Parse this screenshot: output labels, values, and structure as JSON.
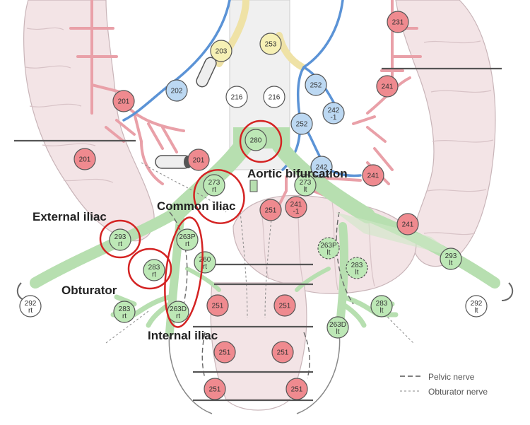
{
  "labels": {
    "external_iliac": "External iliac",
    "common_iliac": "Common iliac",
    "aortic_bifurcation": "Aortic bifurcation",
    "obturator": "Obturator",
    "internal_iliac": "Internal iliac"
  },
  "legend": {
    "pelvic_nerve": "Pelvic nerve",
    "obturator_nerve": "Obturator nerve"
  },
  "colors": {
    "colon": "#f3e4e6",
    "colon_stroke": "#c9b5b9",
    "artery": "#e9a0a8",
    "green_vessel": "#b7dfb0",
    "blue_vessel": "#5b93d6",
    "yellow_vessel": "#efe2a6",
    "highlight": "#d42323",
    "node_red": "#ef8a8f",
    "node_green": "#bde8b6",
    "node_blue": "#bcd8f2",
    "node_yellow": "#f6f0b5",
    "node_white": "#ffffff"
  },
  "nodes": [
    {
      "id": "n231",
      "line1": "231",
      "line2": "",
      "color": "red"
    },
    {
      "id": "n203",
      "line1": "203",
      "line2": "",
      "color": "yellow"
    },
    {
      "id": "n253",
      "line1": "253",
      "line2": "",
      "color": "yellow"
    },
    {
      "id": "n202",
      "line1": "202",
      "line2": "",
      "color": "blue"
    },
    {
      "id": "n216a",
      "line1": "216",
      "line2": "",
      "color": "white"
    },
    {
      "id": "n216b",
      "line1": "216",
      "line2": "",
      "color": "white"
    },
    {
      "id": "n252a",
      "line1": "252",
      "line2": "",
      "color": "blue"
    },
    {
      "id": "n241a",
      "line1": "241",
      "line2": "",
      "color": "red"
    },
    {
      "id": "n201a",
      "line1": "201",
      "line2": "",
      "color": "red"
    },
    {
      "id": "n242a",
      "line1": "242",
      "line2": "-1",
      "color": "blue"
    },
    {
      "id": "n252b",
      "line1": "252",
      "line2": "",
      "color": "blue"
    },
    {
      "id": "n280",
      "line1": "280",
      "line2": "",
      "color": "green"
    },
    {
      "id": "n201b",
      "line1": "201",
      "line2": "",
      "color": "red"
    },
    {
      "id": "n201c",
      "line1": "201",
      "line2": "",
      "color": "red"
    },
    {
      "id": "n242b",
      "line1": "242",
      "line2": "",
      "color": "blue"
    },
    {
      "id": "n241b",
      "line1": "241",
      "line2": "",
      "color": "red"
    },
    {
      "id": "n273rt",
      "line1": "273",
      "line2": "rt",
      "color": "green"
    },
    {
      "id": "n273lt",
      "line1": "273",
      "line2": "lt",
      "color": "green"
    },
    {
      "id": "n241m",
      "line1": "241",
      "line2": "-1",
      "color": "red"
    },
    {
      "id": "n251a",
      "line1": "251",
      "line2": "",
      "color": "red"
    },
    {
      "id": "n241c",
      "line1": "241",
      "line2": "",
      "color": "red"
    },
    {
      "id": "n293rt",
      "line1": "293",
      "line2": "rt",
      "color": "green"
    },
    {
      "id": "n263Prt",
      "line1": "263P",
      "line2": "rt",
      "color": "green"
    },
    {
      "id": "n263Plt",
      "line1": "263P",
      "line2": "lt",
      "color": "green"
    },
    {
      "id": "n260rt",
      "line1": "260",
      "line2": "rt",
      "color": "green"
    },
    {
      "id": "n293lt",
      "line1": "293",
      "line2": "lt",
      "color": "green"
    },
    {
      "id": "n283rta",
      "line1": "283",
      "line2": "rt",
      "color": "green"
    },
    {
      "id": "n283lta",
      "line1": "283",
      "line2": "lt",
      "color": "green"
    },
    {
      "id": "n292rt",
      "line1": "292",
      "line2": "rt",
      "color": "white"
    },
    {
      "id": "n283rtb",
      "line1": "283",
      "line2": "rt",
      "color": "green"
    },
    {
      "id": "n251b",
      "line1": "251",
      "line2": "",
      "color": "red"
    },
    {
      "id": "n251c",
      "line1": "251",
      "line2": "",
      "color": "red"
    },
    {
      "id": "n263Drt",
      "line1": "263D",
      "line2": "rt",
      "color": "green"
    },
    {
      "id": "n283ltb",
      "line1": "283",
      "line2": "lt",
      "color": "green"
    },
    {
      "id": "n292lt",
      "line1": "292",
      "line2": "lt",
      "color": "white"
    },
    {
      "id": "n263Dlt",
      "line1": "263D",
      "line2": "lt",
      "color": "green"
    },
    {
      "id": "n251d",
      "line1": "251",
      "line2": "",
      "color": "red"
    },
    {
      "id": "n251e",
      "line1": "251",
      "line2": "",
      "color": "red"
    },
    {
      "id": "n251f",
      "line1": "251",
      "line2": "",
      "color": "red"
    },
    {
      "id": "n251g",
      "line1": "251",
      "line2": "",
      "color": "red"
    }
  ]
}
